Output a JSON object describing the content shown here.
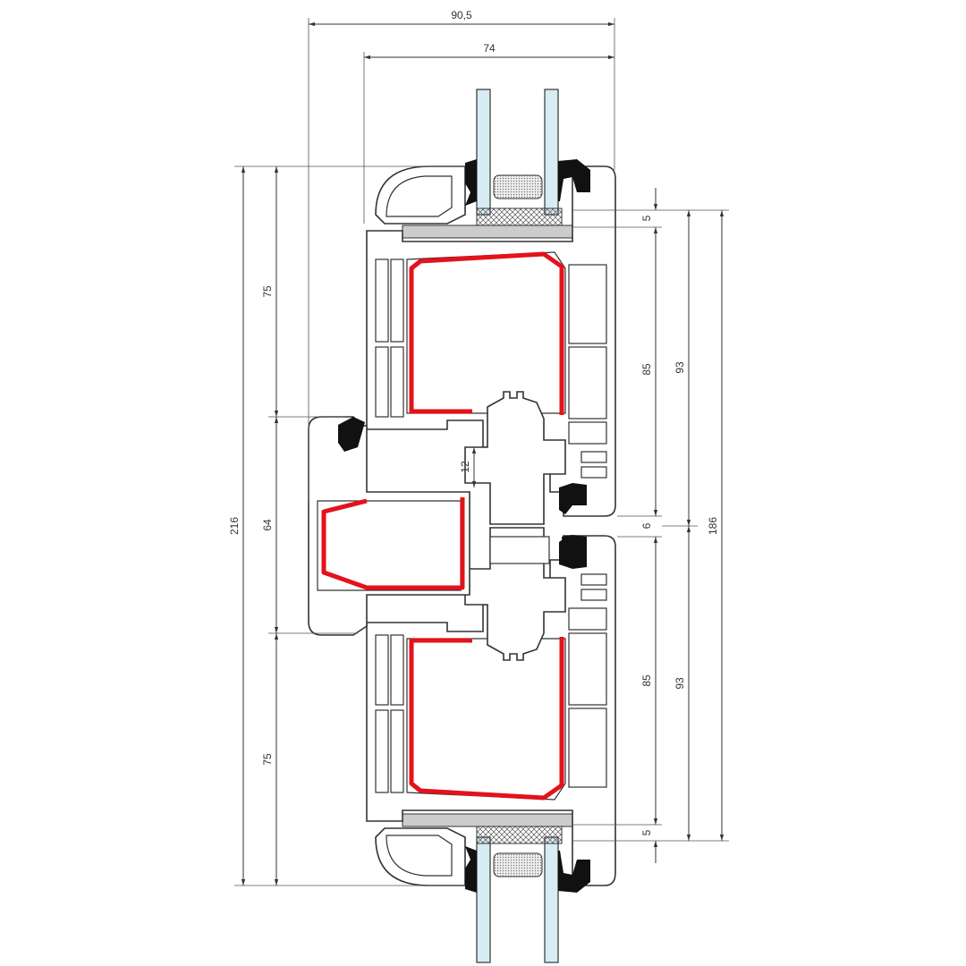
{
  "drawing": {
    "dimensions": {
      "overall_depth": "90,5",
      "sash_depth": "74",
      "left_top": "75",
      "left_middle": "64",
      "left_bottom": "75",
      "left_total": "216",
      "right_top_glazing_gap": "5",
      "right_top_sash": "85",
      "right_top_overall": "93",
      "right_gap": "6",
      "right_bottom_sash": "85",
      "right_bottom_overall": "93",
      "right_bottom_glazing_gap": "5",
      "right_total": "186",
      "mullion_gap": "12"
    },
    "colors": {
      "reinforcement": "#e3121b",
      "glass": "#d7ecf3",
      "gasket": "#111111"
    }
  }
}
